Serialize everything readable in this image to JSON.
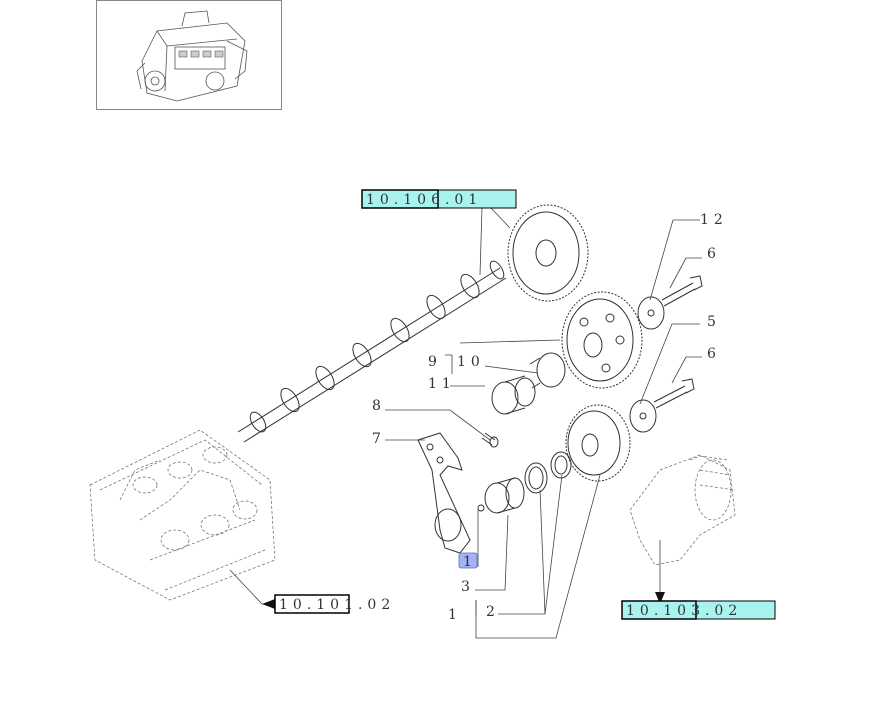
{
  "colors": {
    "ref_highlight": "#a9f3ee",
    "ref_outline": "#000000",
    "callout_highlight": "#9fb3f5",
    "line": "#333333"
  },
  "references": {
    "ref_top": "10.106.01",
    "ref_left": "10.101.02",
    "ref_right": "10.103.02"
  },
  "callouts": {
    "c1": "1",
    "c1b": "1",
    "c2": "2",
    "c3": "3",
    "c5": "5",
    "c6a": "6",
    "c6b": "6",
    "c7": "7",
    "c8": "8",
    "c9": "9",
    "c10": "10",
    "c11": "11",
    "c12": "12"
  }
}
